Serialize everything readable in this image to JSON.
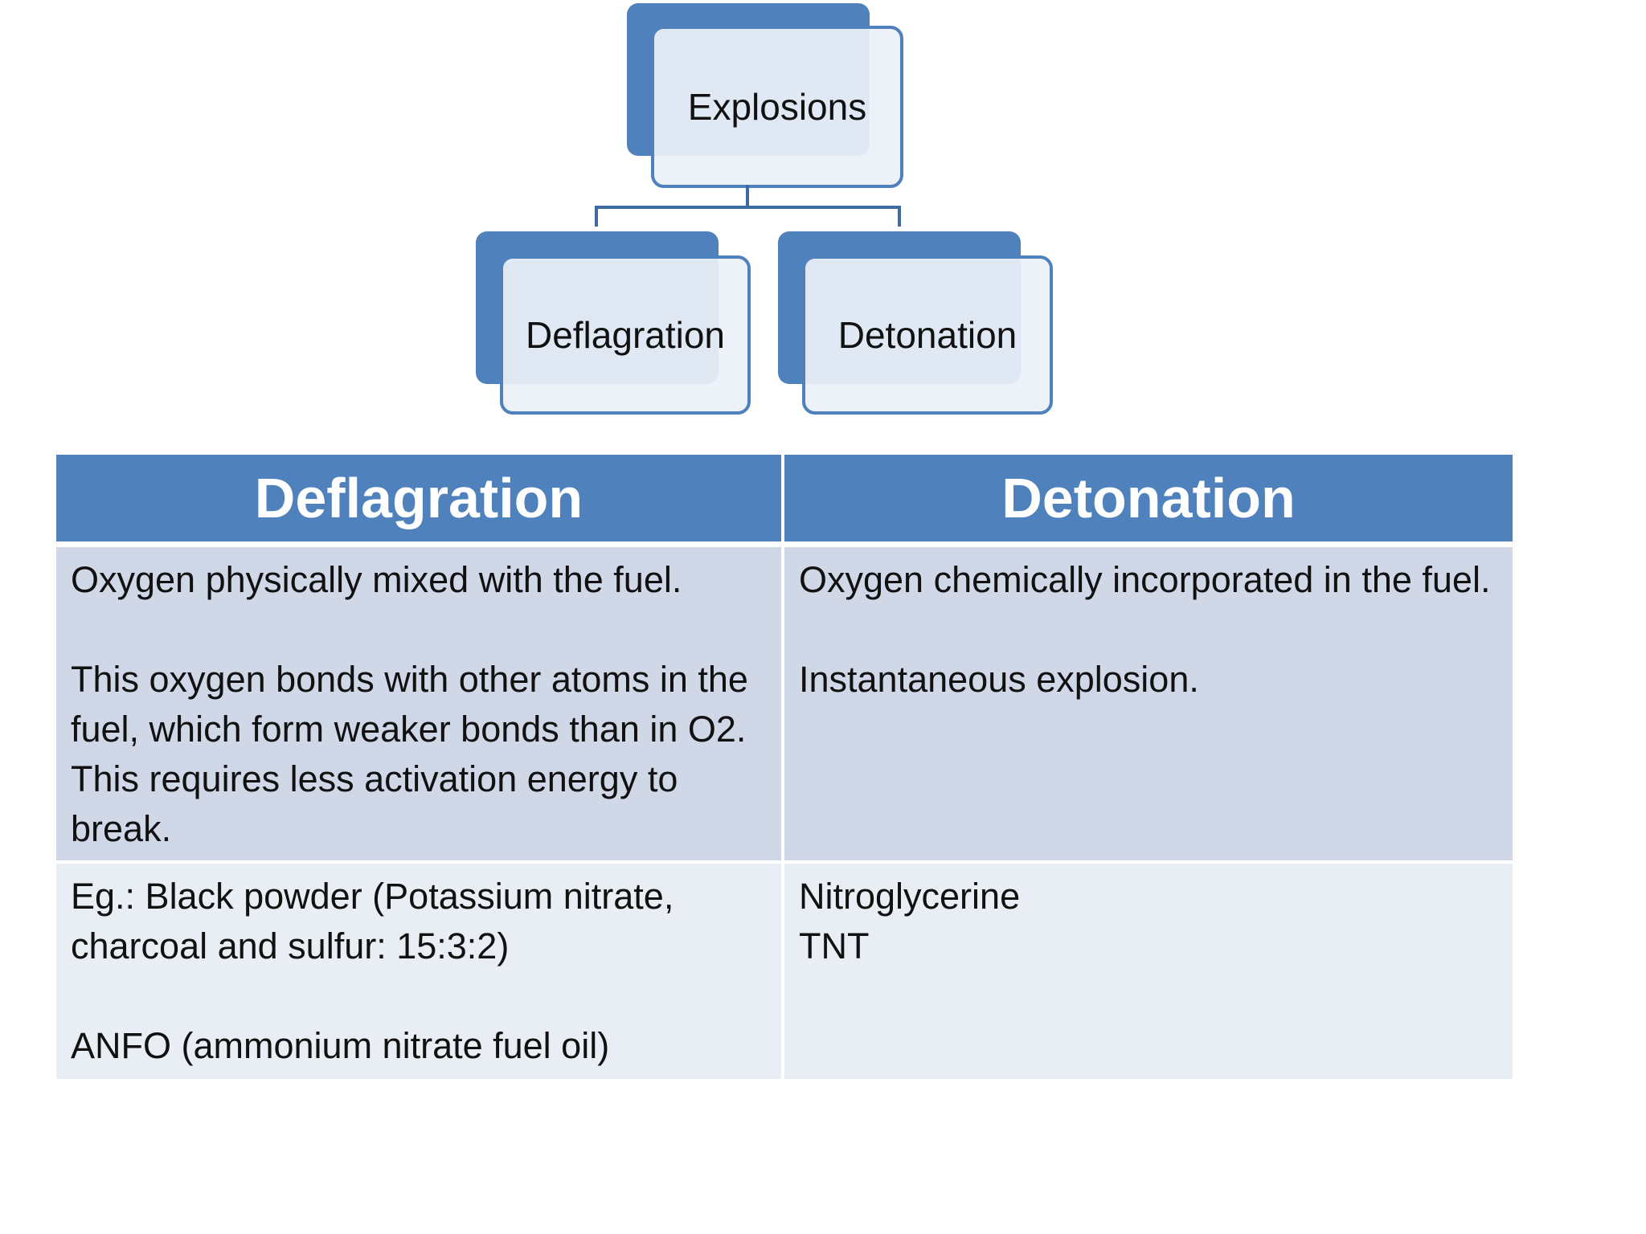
{
  "diagram": {
    "root": {
      "label": "Explosions"
    },
    "children": [
      {
        "label": "Deflagration"
      },
      {
        "label": "Detonation"
      }
    ],
    "colors": {
      "node_fill": "#4f81bd",
      "node_face": "#ecf0f8",
      "connector": "#3f6a9f"
    }
  },
  "table": {
    "headers": [
      "Deflagration",
      "Detonation"
    ],
    "rows": [
      {
        "deflagration": {
          "p1": "Oxygen physically mixed with the fuel.",
          "p2": "This oxygen bonds with other atoms in the fuel, which form weaker bonds than in O2. This requires less activation energy to break."
        },
        "detonation": {
          "p1": "Oxygen chemically incorporated in the fuel.",
          "p2": "Instantaneous explosion."
        }
      },
      {
        "deflagration": {
          "p1": "Eg.: Black powder (Potassium nitrate, charcoal and sulfur: 15:3:2)",
          "p2": "ANFO (ammonium nitrate fuel oil)"
        },
        "detonation": {
          "line1": "Nitroglycerine",
          "line2": "TNT"
        }
      }
    ],
    "colors": {
      "header": "#4f81bd",
      "row_dark": "#d0d8e8",
      "row_light": "#e9edf4"
    }
  }
}
